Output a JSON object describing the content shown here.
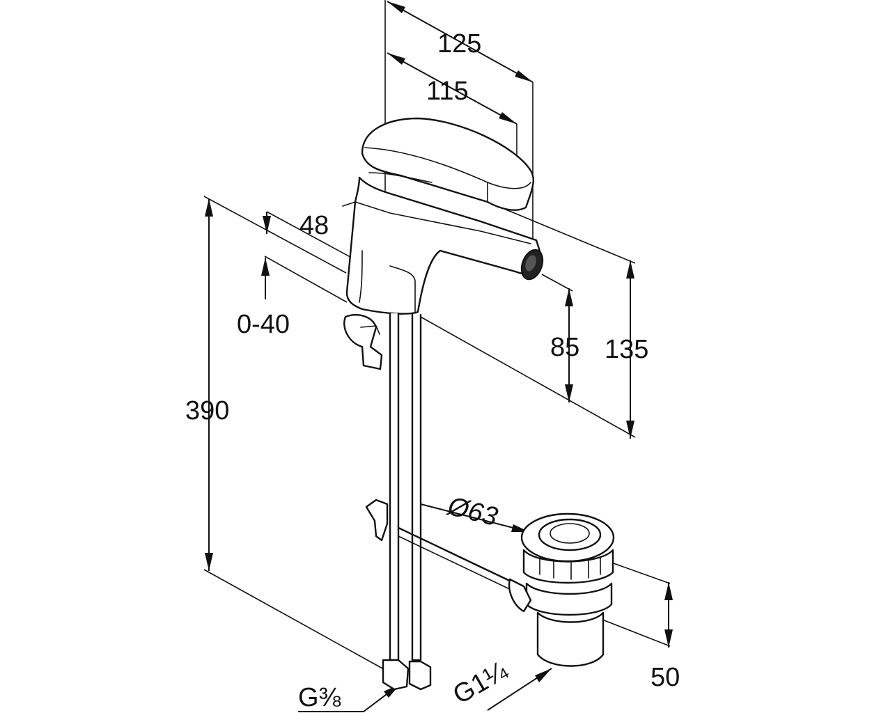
{
  "drawing": {
    "labels": {
      "width_overall": "125",
      "width_spout": "115",
      "body_depth": "48",
      "deck_thickness": "0-40",
      "total_height": "390",
      "spout_height": "85",
      "faucet_height": "135",
      "drain_diameter": "Ø63",
      "drain_height": "50",
      "supply_thread": "G⅜",
      "drain_thread": "G1¼"
    }
  }
}
